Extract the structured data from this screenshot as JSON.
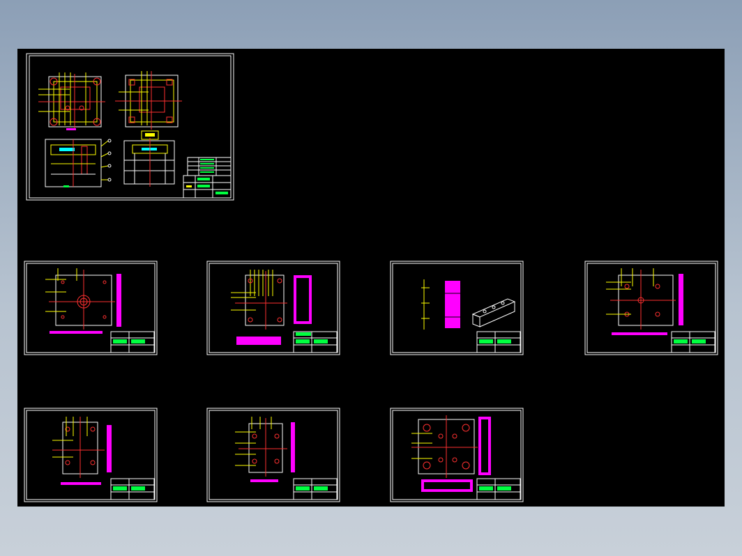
{
  "app": {
    "title": ""
  },
  "colors": {
    "background_outer": "#8c9fb6",
    "drawing_area": "#000000",
    "frame": "#ffffff",
    "yellow": "#ffff00",
    "red": "#ff3030",
    "magenta": "#ff00ff",
    "green": "#00ff40",
    "cyan": "#00ffff"
  },
  "sheets": [
    {
      "name": "assembly-sheet"
    },
    {
      "name": "part-sheet-1"
    },
    {
      "name": "part-sheet-2"
    },
    {
      "name": "part-sheet-3"
    },
    {
      "name": "part-sheet-4"
    },
    {
      "name": "part-sheet-5"
    },
    {
      "name": "part-sheet-6"
    },
    {
      "name": "part-sheet-7"
    }
  ]
}
